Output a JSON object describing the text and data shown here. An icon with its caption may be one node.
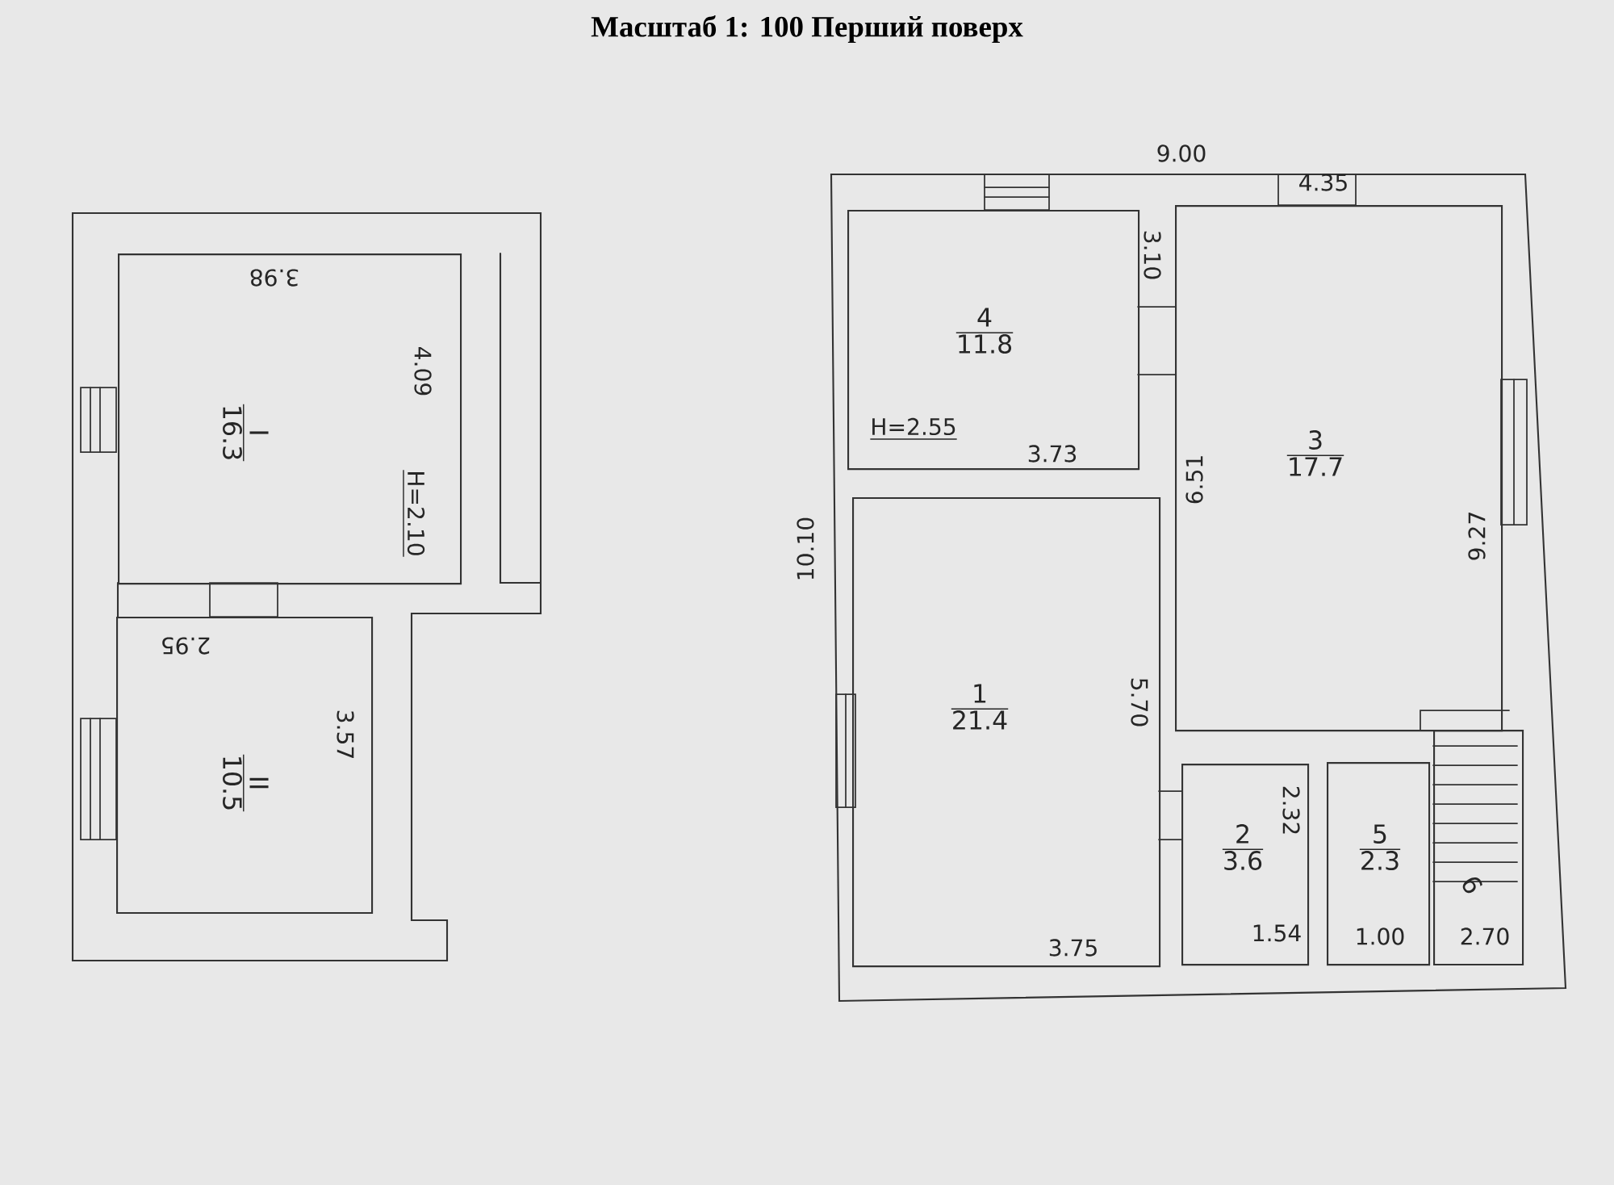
{
  "diagram": {
    "title": "Масштаб 1: 100 Перший поверх",
    "nodes": [
      {
        "text": [
          "I",
          "16.3"
        ]
      },
      {
        "text": [
          "II",
          "10.5"
        ]
      },
      {
        "text": [
          "4",
          "11.8"
        ]
      },
      {
        "text": [
          "1",
          "21.4"
        ]
      },
      {
        "text": [
          "3",
          "17.7"
        ]
      },
      {
        "text": [
          "2",
          "3.6"
        ]
      },
      {
        "text": [
          "5",
          "2.3"
        ]
      },
      {
        "text": [
          "6"
        ]
      }
    ],
    "labels": [
      "3.98",
      "4.09",
      "H=2.10",
      "2.95",
      "3.57",
      "9.00",
      "4.35",
      "3.10",
      "H=2.55",
      "3.73",
      "10.10",
      "6.51",
      "5.70",
      "3.75",
      "9.27",
      "2.32",
      "1.54",
      "1.00",
      "2.70"
    ]
  }
}
